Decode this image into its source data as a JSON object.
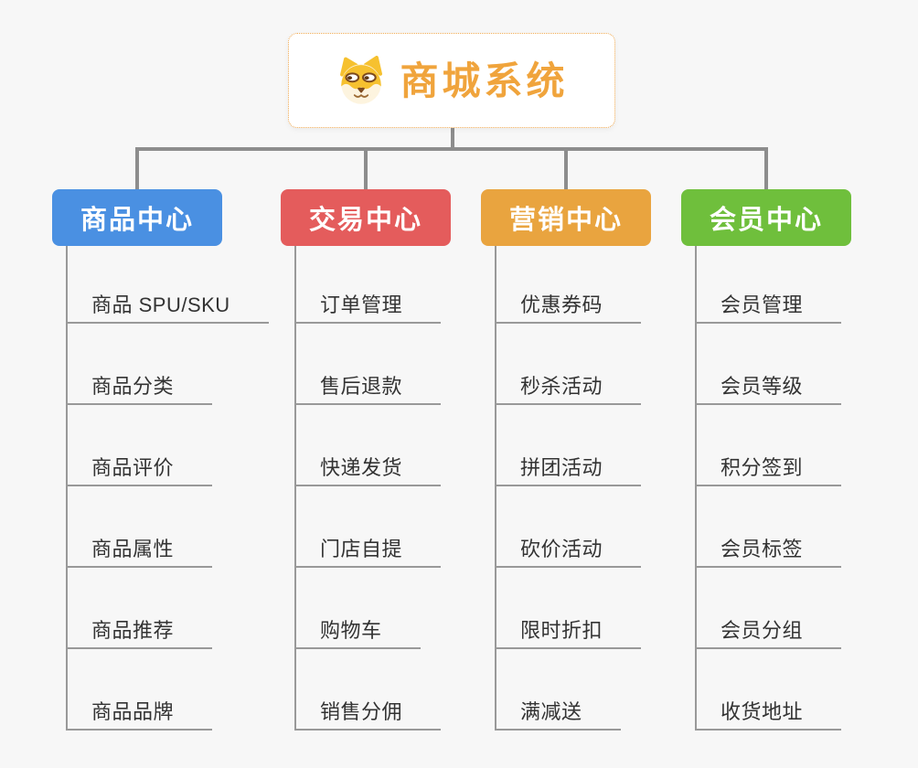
{
  "canvas": {
    "background_color": "#f7f7f7",
    "connector_color": "#8d8d8d",
    "leaf_line_color": "#999999",
    "leaf_text_color": "#333333"
  },
  "root": {
    "title": "商城系统",
    "icon": "shiba-dog-icon",
    "accent_color": "#f0a43c",
    "border_color": "#f0aa52",
    "background_color": "#ffffff"
  },
  "branches": [
    {
      "label": "商品中心",
      "color": "#4a90e2",
      "items": [
        "商品 SPU/SKU",
        "商品分类",
        "商品评价",
        "商品属性",
        "商品推荐",
        "商品品牌"
      ]
    },
    {
      "label": "交易中心",
      "color": "#e45c5c",
      "items": [
        "订单管理",
        "售后退款",
        "快递发货",
        "门店自提",
        "购物车",
        "销售分佣"
      ]
    },
    {
      "label": "营销中心",
      "color": "#e9a43f",
      "items": [
        "优惠券码",
        "秒杀活动",
        "拼团活动",
        "砍价活动",
        "限时折扣",
        "满减送"
      ]
    },
    {
      "label": "会员中心",
      "color": "#6fbf3c",
      "items": [
        "会员管理",
        "会员等级",
        "积分签到",
        "会员标签",
        "会员分组",
        "收货地址"
      ]
    }
  ]
}
